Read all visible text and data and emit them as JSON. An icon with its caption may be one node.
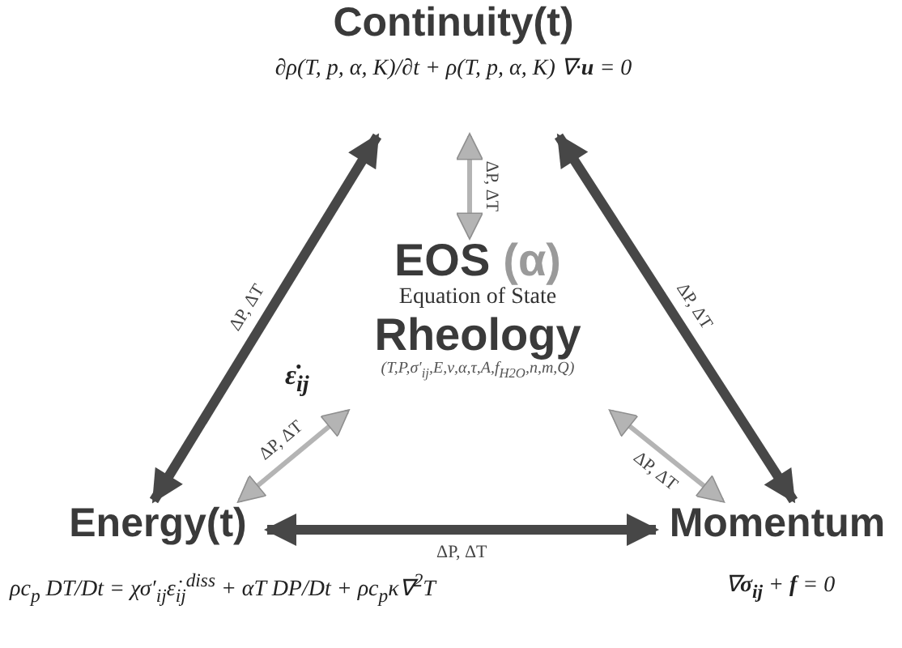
{
  "diagram": {
    "nodes": [
      {
        "text": [
          "Continuity(t)",
          "∂ρ(T, p, α, K)/∂t + ρ(T, p, α, K)  ∇·**u** = 0"
        ]
      },
      {
        "text": [
          "EOS",
          "(α)",
          "Equation of State",
          "Rheology",
          "(T,P,σ′$_{ij}$,E,ν,α,τ,A,f$_{H2O}$,n,m,Q)"
        ]
      },
      {
        "text": [
          "Energy(t)"
        ],
        "beside": [
          "ρc$_{p}$ DT/Dt = χσ′$_{ij}$ε̇$_{ij}$$^{diss}$ + αT DP/Dt + ρc$_{p}$κ∇$^{2}$T"
        ]
      },
      {
        "text": [
          "Momentum"
        ],
        "beside": [
          "∇**σ$_{ij}$** + **f** = 0"
        ]
      }
    ],
    "edges": [
      {
        "from": 2,
        "to": 0,
        "arrow": "both",
        "label": "ΔP, ΔT",
        "style": "thick"
      },
      {
        "from": 0,
        "to": 3,
        "arrow": "both",
        "label": "ΔP, ΔT",
        "style": "thick"
      },
      {
        "from": 2,
        "to": 3,
        "arrow": "both",
        "label": "ΔP, ΔT",
        "style": "thick"
      },
      {
        "from": 0,
        "to": 1,
        "arrow": "both",
        "label": "ΔP, ΔT",
        "color": "#b4b4b4"
      },
      {
        "from": 1,
        "to": 2,
        "arrow": "both",
        "label": "ΔP, ΔT",
        "color": "#b4b4b4"
      },
      {
        "from": 1,
        "to": 3,
        "arrow": "both",
        "label": "ΔP, ΔT",
        "color": "#b4b4b4"
      }
    ],
    "labels": [
      "ε̇$_{ij}$"
    ]
  }
}
